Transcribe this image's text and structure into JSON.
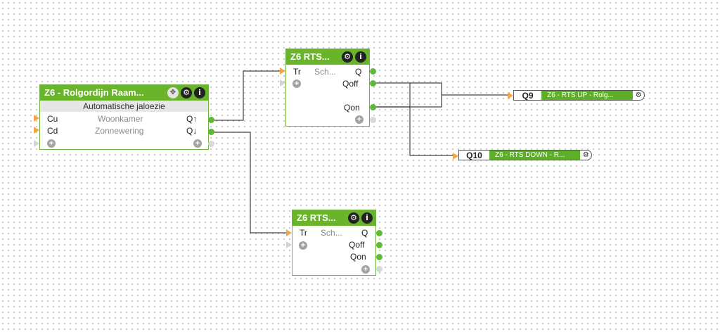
{
  "blocks": {
    "main": {
      "title": "Z6 - Rolgordijn Raam...",
      "subtitle": "Automatische jaloezie",
      "inputs": [
        "Cu",
        "Cd"
      ],
      "params": [
        "Woonkamer",
        "Zonnewering"
      ],
      "outputs": [
        "Q↑",
        "Q↓"
      ]
    },
    "rts_top": {
      "title": "Z6 RTS...",
      "input": "Tr",
      "param": "Sch...",
      "outputs": [
        "Q",
        "Qoff",
        "Qon"
      ]
    },
    "rts_bottom": {
      "title": "Z6 RTS...",
      "input": "Tr",
      "param": "Sch...",
      "outputs": [
        "Q",
        "Qoff",
        "Qon"
      ]
    }
  },
  "output_refs": {
    "q9": {
      "name": "Q9",
      "description": "Z6 - RTS UP - Rolg..."
    },
    "q10": {
      "name": "Q10",
      "description": "Z6 - RTS DOWN - R..."
    }
  },
  "icons": {
    "move": "move-icon",
    "settings": "gear-icon",
    "info": "info-icon",
    "add": "plus-icon"
  },
  "colors": {
    "block_header": "#69b42b",
    "input_connector": "#f2a64a",
    "output_connector": "#5fb83a",
    "wire": "#333333"
  }
}
